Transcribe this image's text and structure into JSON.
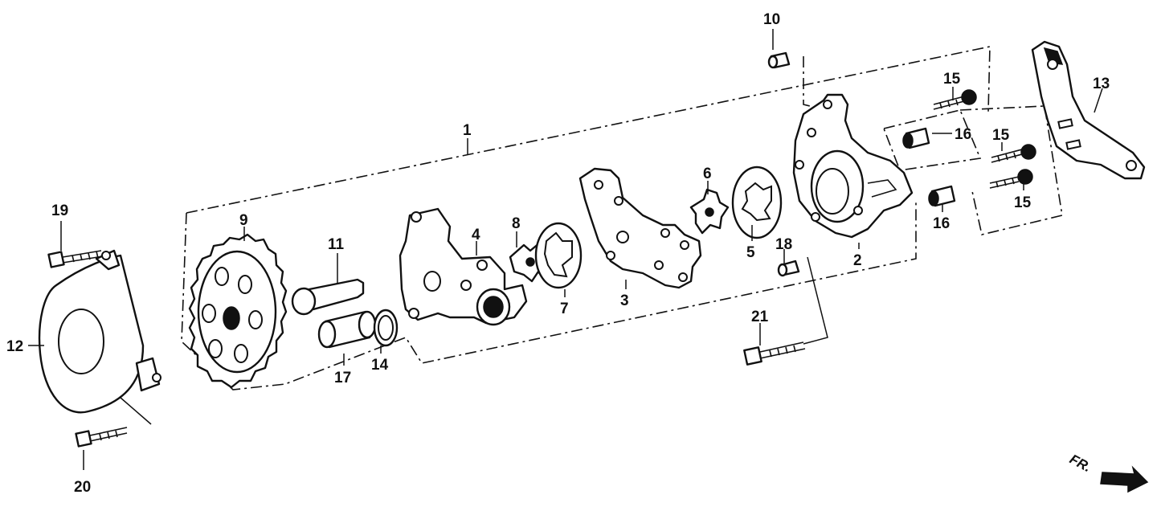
{
  "diagram": {
    "callouts": [
      "1",
      "2",
      "3",
      "4",
      "5",
      "6",
      "7",
      "8",
      "9",
      "10",
      "11",
      "12",
      "13",
      "14",
      "15",
      "15",
      "15",
      "16",
      "16",
      "17",
      "18",
      "19",
      "20",
      "21"
    ],
    "direction_label": "FR."
  }
}
